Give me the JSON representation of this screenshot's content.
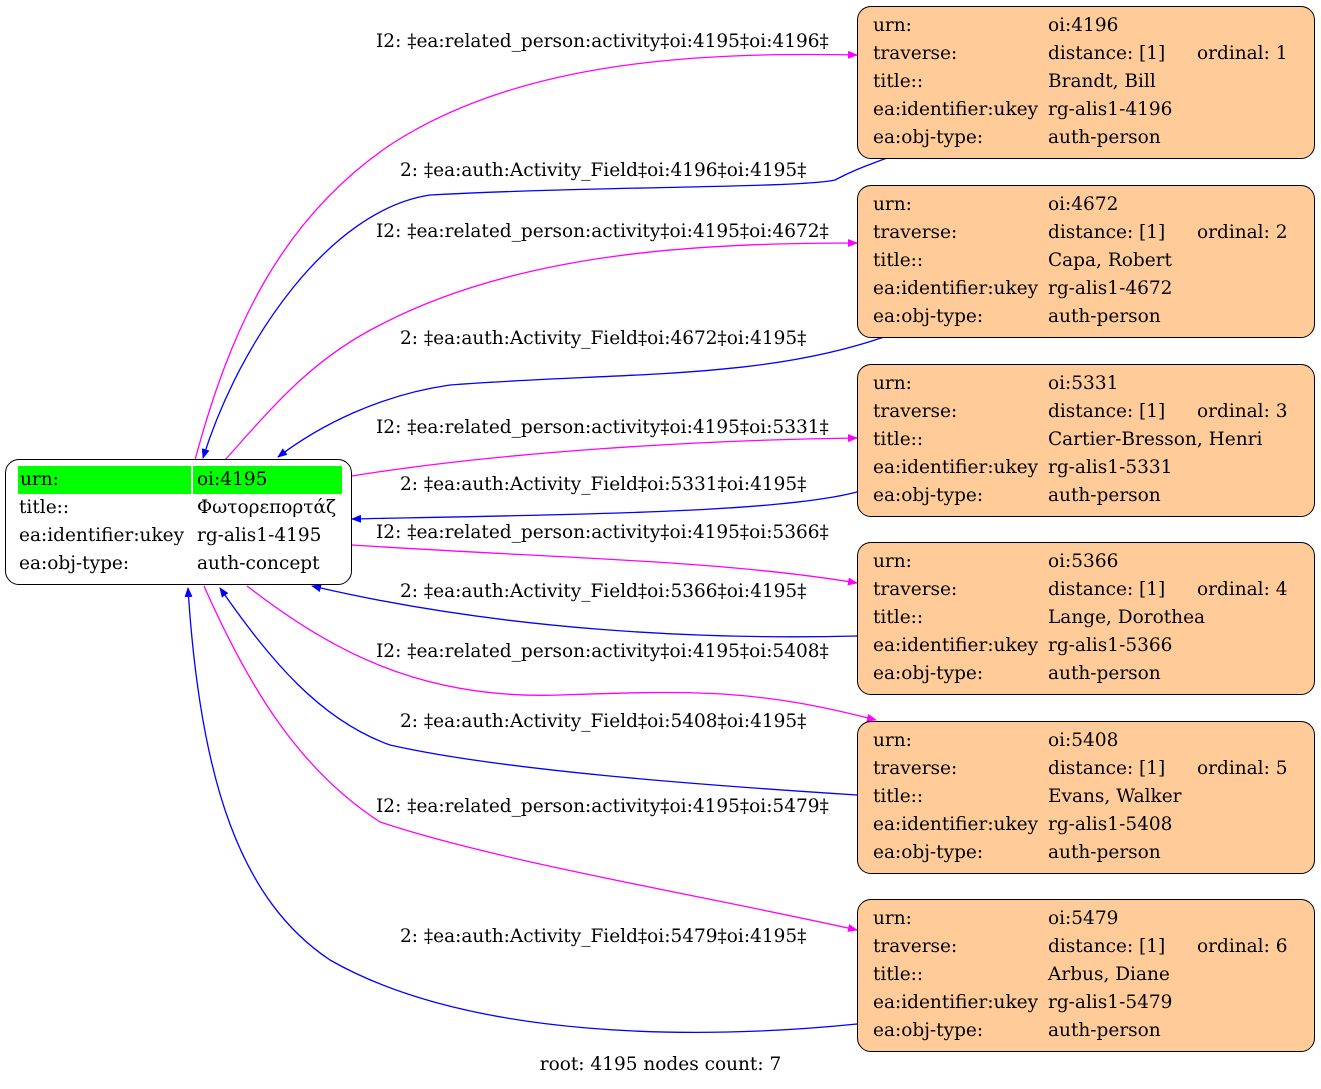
{
  "root": {
    "urn_label": "urn:",
    "urn": "oi:4195",
    "title_label": "title::",
    "title": "Φωτορεπορτάζ",
    "ukey_label": "ea:identifier:ukey",
    "ukey": "rg-alis1-4195",
    "type_label": "ea:obj-type:",
    "type": "auth-concept"
  },
  "labels": {
    "urn": "urn:",
    "traverse": "traverse:",
    "title": "title::",
    "ukey": "ea:identifier:ukey",
    "type": "ea:obj-type:"
  },
  "nodes": [
    {
      "urn": "oi:4196",
      "distance": "distance: [1]",
      "ordinal": "ordinal: 1",
      "title": "Brandt, Bill",
      "ukey": "rg-alis1-4196",
      "type": "auth-person"
    },
    {
      "urn": "oi:4672",
      "distance": "distance: [1]",
      "ordinal": "ordinal: 2",
      "title": "Capa, Robert",
      "ukey": "rg-alis1-4672",
      "type": "auth-person"
    },
    {
      "urn": "oi:5331",
      "distance": "distance: [1]",
      "ordinal": "ordinal: 3",
      "title": "Cartier-Bresson, Henri",
      "ukey": "rg-alis1-5331",
      "type": "auth-person"
    },
    {
      "urn": "oi:5366",
      "distance": "distance: [1]",
      "ordinal": "ordinal: 4",
      "title": "Lange, Dorothea",
      "ukey": "rg-alis1-5366",
      "type": "auth-person"
    },
    {
      "urn": "oi:5408",
      "distance": "distance: [1]",
      "ordinal": "ordinal: 5",
      "title": "Evans, Walker",
      "ukey": "rg-alis1-5408",
      "type": "auth-person"
    },
    {
      "urn": "oi:5479",
      "distance": "distance: [1]",
      "ordinal": "ordinal: 6",
      "title": "Arbus, Diane",
      "ukey": "rg-alis1-5479",
      "type": "auth-person"
    }
  ],
  "edges": {
    "out": [
      "I2: ‡ea:related_person:activity‡oi:4195‡oi:4196‡",
      "I2: ‡ea:related_person:activity‡oi:4195‡oi:4672‡",
      "I2: ‡ea:related_person:activity‡oi:4195‡oi:5331‡",
      "I2: ‡ea:related_person:activity‡oi:4195‡oi:5366‡",
      "I2: ‡ea:related_person:activity‡oi:4195‡oi:5408‡",
      "I2: ‡ea:related_person:activity‡oi:4195‡oi:5479‡"
    ],
    "back": [
      "2: ‡ea:auth:Activity_Field‡oi:4196‡oi:4195‡",
      "2: ‡ea:auth:Activity_Field‡oi:4672‡oi:4195‡",
      "2: ‡ea:auth:Activity_Field‡oi:5331‡oi:4195‡",
      "2: ‡ea:auth:Activity_Field‡oi:5366‡oi:4195‡",
      "2: ‡ea:auth:Activity_Field‡oi:5408‡oi:4195‡",
      "2: ‡ea:auth:Activity_Field‡oi:5479‡oi:4195‡"
    ],
    "out_color": "#ff00ff",
    "back_color": "#0000ff"
  },
  "footer": "root: 4195 nodes count: 7"
}
